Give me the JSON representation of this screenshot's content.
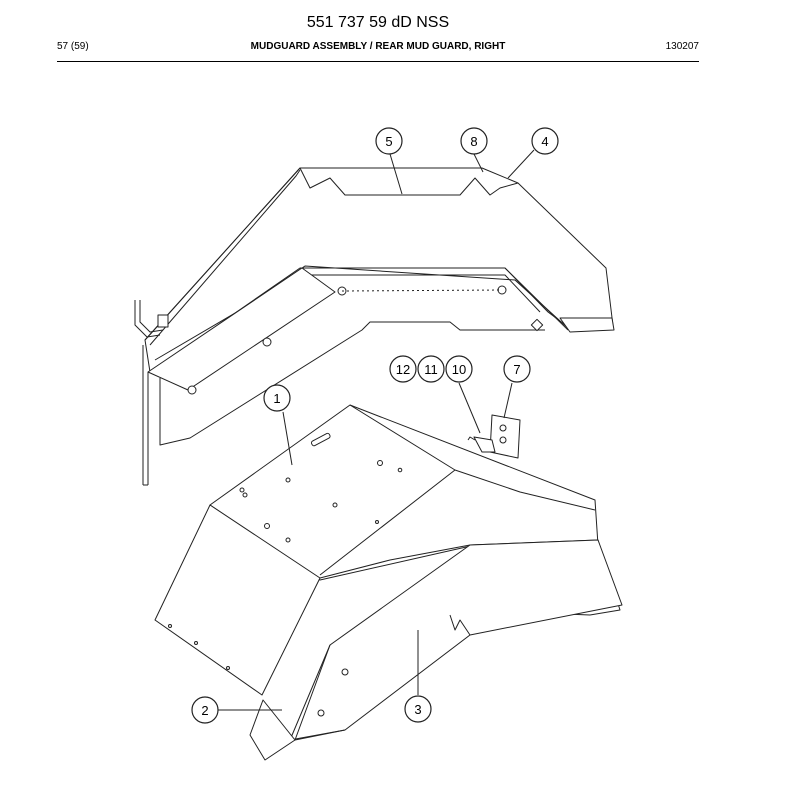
{
  "document": {
    "number": "551 737 59 dD NSS",
    "page": "57 (59)",
    "title": "MUDGUARD ASSEMBLY / REAR MUD GUARD, RIGHT",
    "code": "130207"
  },
  "callouts": [
    {
      "label": "1"
    },
    {
      "label": "2"
    },
    {
      "label": "3"
    },
    {
      "label": "4"
    },
    {
      "label": "5"
    },
    {
      "label": "7"
    },
    {
      "label": "8"
    },
    {
      "label": "10"
    },
    {
      "label": "11"
    },
    {
      "label": "12"
    }
  ]
}
